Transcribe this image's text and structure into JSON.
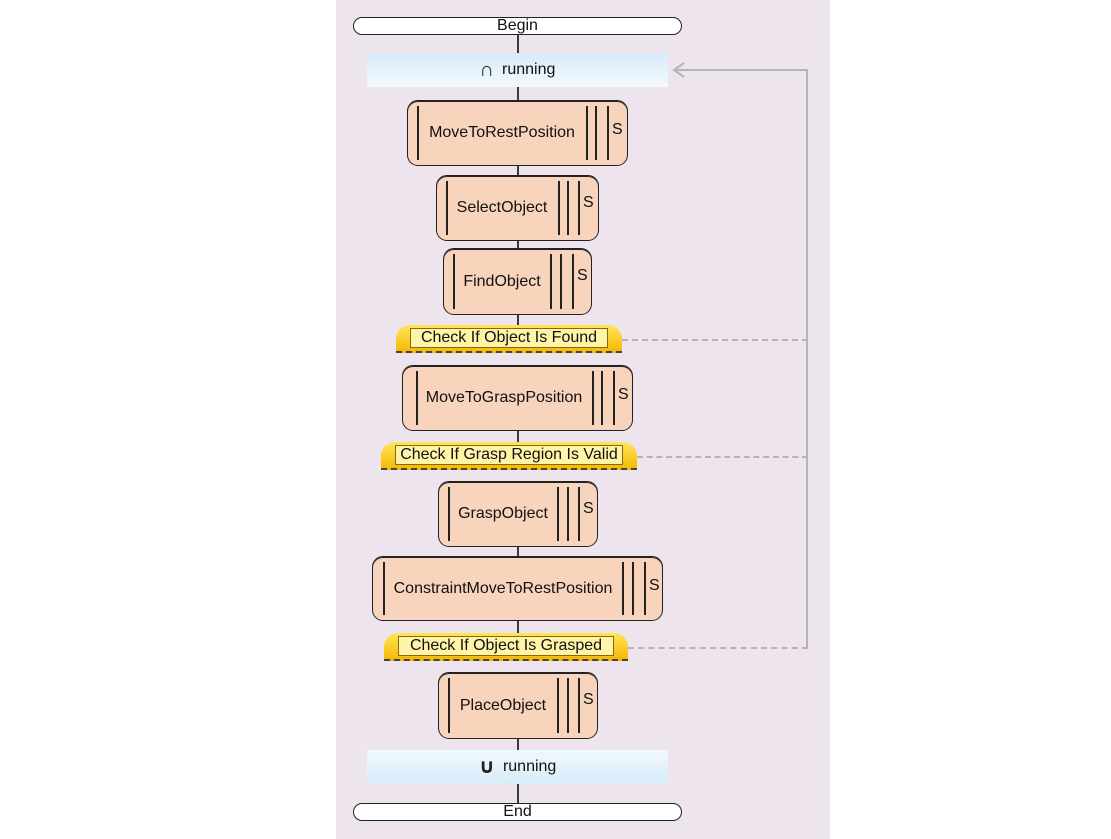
{
  "flow": {
    "begin_label": "Begin",
    "end_label": "End",
    "loop_start_label": "running",
    "loop_end_label": "running",
    "loop_start_icon": "loop-start-arc-icon",
    "loop_end_icon": "loop-end-arc-icon"
  },
  "tasks": [
    {
      "label": "MoveToRestPosition",
      "suffix": "S"
    },
    {
      "label": "SelectObject",
      "suffix": "S"
    },
    {
      "label": "FindObject",
      "suffix": "S"
    },
    {
      "label": "MoveToGraspPosition",
      "suffix": "S"
    },
    {
      "label": "GraspObject",
      "suffix": "S"
    },
    {
      "label": "ConstraintMoveToRestPosition",
      "suffix": "S"
    },
    {
      "label": "PlaceObject",
      "suffix": "S"
    }
  ],
  "conditions": [
    {
      "label": "Check If Object Is Found"
    },
    {
      "label": "Check If Grasp Region Is Valid"
    },
    {
      "label": "Check If Object Is Grasped"
    }
  ],
  "colors": {
    "panel": "#ede4ed",
    "task_fill": "#f8d4bd",
    "condition_fill": "#ffe45a",
    "loop_band": "#d8ecf9",
    "return_line": "#b4b4b4"
  }
}
